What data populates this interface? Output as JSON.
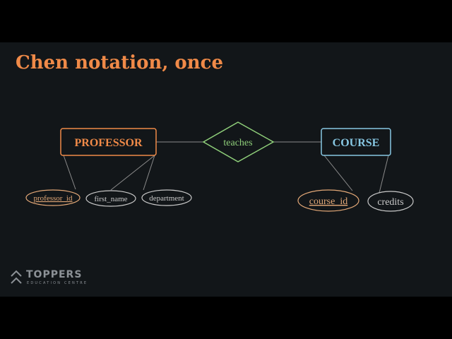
{
  "title": "Chen notation, once",
  "colors": {
    "background": "#121619",
    "letterbox": "#000000",
    "title": "#f08a48",
    "entity_professor": "#f08a48",
    "entity_course": "#87c7e2",
    "relationship": "#8fcf7a",
    "key_attribute": "#e3a877",
    "attribute": "#c9c9c9",
    "line": "#8a8a8a",
    "logo": "#8c9196"
  },
  "diagram": {
    "entities": {
      "professor": {
        "label": "PROFESSOR"
      },
      "course": {
        "label": "COURSE"
      }
    },
    "relationship": {
      "label": "teaches"
    },
    "attributes": {
      "professor_id": {
        "label": "professor_id",
        "key": true
      },
      "first_name": {
        "label": "first_name",
        "key": false
      },
      "department": {
        "label": "department",
        "key": false
      },
      "course_id": {
        "label": "course_id",
        "key": true
      },
      "credits": {
        "label": "credits",
        "key": false
      }
    }
  },
  "logo": {
    "icon": "double-chevron-up-icon",
    "name": "TOPPERS",
    "tagline": "EDUCATION CENTRE"
  }
}
